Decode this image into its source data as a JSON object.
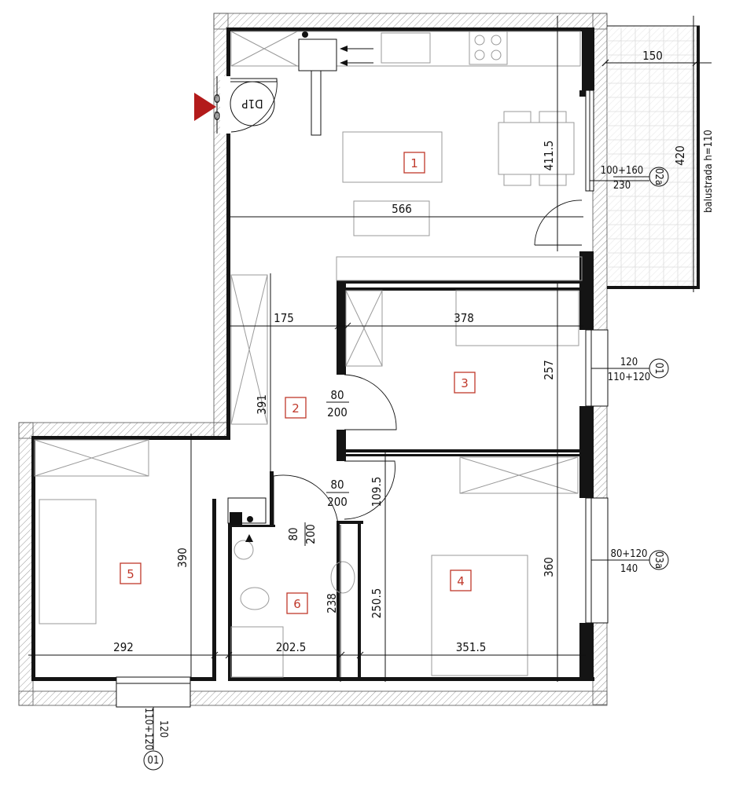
{
  "rooms": [
    {
      "id": "1"
    },
    {
      "id": "2"
    },
    {
      "id": "3"
    },
    {
      "id": "4"
    },
    {
      "id": "5"
    },
    {
      "id": "6"
    }
  ],
  "dimensions": {
    "balcony_width": "150",
    "balcony_depth": "420",
    "room1_depth": "411.5",
    "room1_width": "566",
    "hall_width": "175",
    "room3_width": "378",
    "room3_depth": "257",
    "hall_length": "391",
    "door_hall_room3_w": "80",
    "door_hall_room3_h": "200",
    "door_hall_room4_w": "80",
    "door_hall_room4_h": "200",
    "door_bath_w": "80",
    "door_bath_h": "200",
    "dim_109_5": "109.5",
    "room5_depth": "390",
    "room5_width": "292",
    "bath_width": "202.5",
    "bath_depth": "238",
    "dim_250_5": "250.5",
    "room4_depth": "360",
    "room4_width": "351.5"
  },
  "windows": {
    "w02a_size": "100+160",
    "w02a_width": "230",
    "w02a_tag": "02a",
    "w01_right_size1": "120",
    "w01_right_size2": "110+120",
    "w01_right_tag": "01",
    "w03a_size": "80+120",
    "w03a_width": "140",
    "w03a_tag": "03a",
    "w01_bottom_size1": "120",
    "w01_bottom_size2": "110+120",
    "w01_bottom_tag": "01"
  },
  "entrance": {
    "tag": "D1P",
    "marks_top": "0",
    "marks_bottom": "0"
  },
  "balcony": {
    "note": "balustrada h=110"
  },
  "colors": {
    "wall": "#141414",
    "accent": "#c0392b",
    "furniture": "#9a9a9a"
  }
}
